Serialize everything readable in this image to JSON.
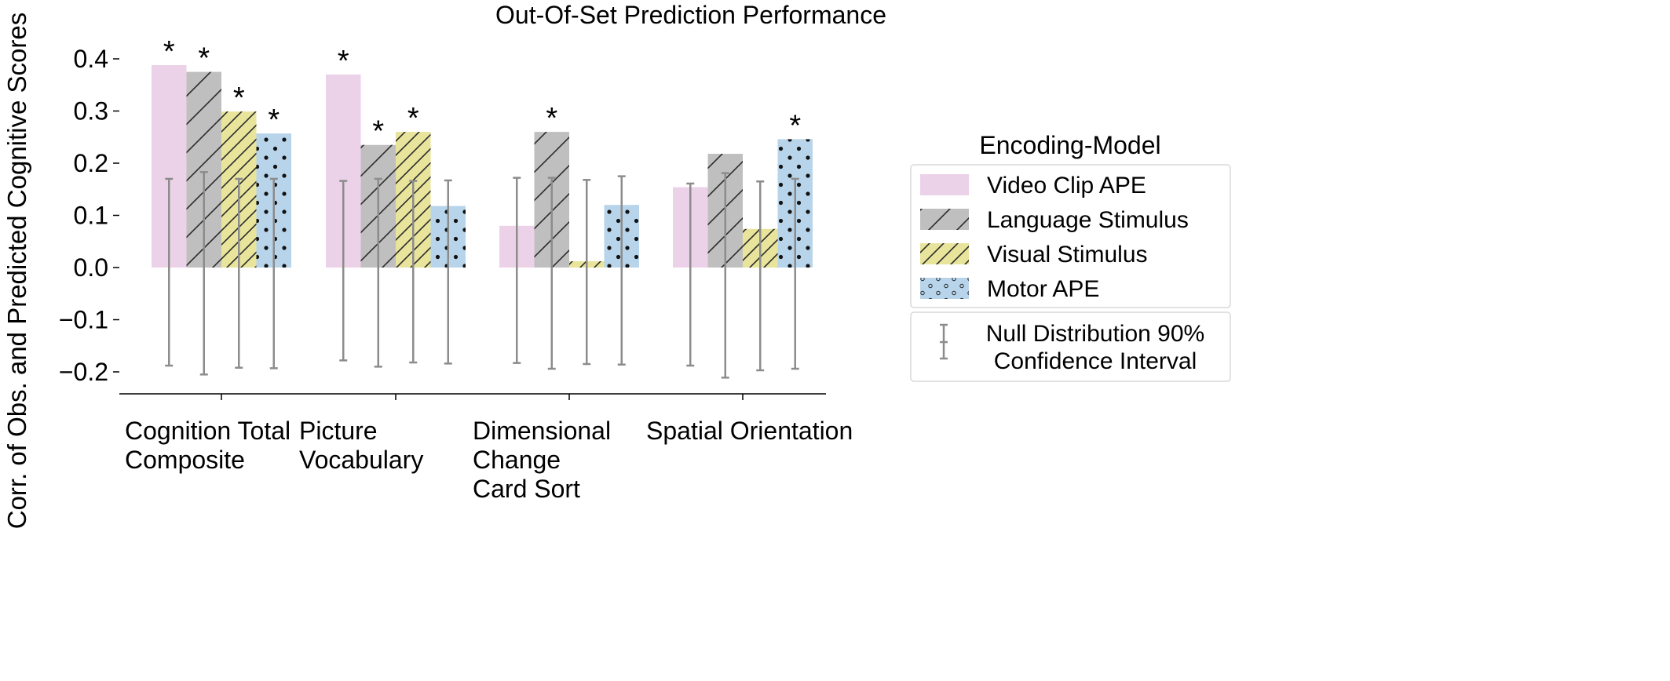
{
  "chart_data": {
    "type": "bar",
    "title": "Out-Of-Set Prediction Performance",
    "ylabel": "Corr. of Obs. and Predicted Cognitive Scores",
    "xlabel": "",
    "ylim": [
      -0.245,
      0.43
    ],
    "yticks": [
      0.4,
      0.3,
      0.2,
      0.1,
      0.0,
      -0.1,
      -0.2
    ],
    "ytick_labels": [
      "0.4",
      "0.3",
      "0.2",
      "0.1",
      "0.0",
      "−0.1",
      "−0.2"
    ],
    "categories": [
      [
        "Cognition Total",
        "Composite"
      ],
      [
        "Picture",
        "Vocabulary"
      ],
      [
        "Dimensional",
        "Change",
        "Card Sort"
      ],
      [
        "Spatial Orientation"
      ]
    ],
    "series": [
      {
        "name": "Video Clip APE",
        "color": "#ecd2e8",
        "hatch": "none",
        "values": [
          0.388,
          0.37,
          0.08,
          0.154
        ],
        "significant": [
          true,
          true,
          false,
          false
        ],
        "ci_low": [
          -0.188,
          -0.178,
          -0.183,
          -0.188
        ],
        "ci_high": [
          0.17,
          0.166,
          0.172,
          0.161
        ]
      },
      {
        "name": "Language Stimulus",
        "color": "#bfbfbf",
        "hatch": "diagonal",
        "values": [
          0.375,
          0.235,
          0.26,
          0.218
        ],
        "significant": [
          true,
          true,
          true,
          false
        ],
        "ci_low": [
          -0.205,
          -0.19,
          -0.194,
          -0.211
        ],
        "ci_high": [
          0.183,
          0.17,
          0.172,
          0.181
        ]
      },
      {
        "name": "Visual Stimulus",
        "color": "#e8e49c",
        "hatch": "diagonal-dense",
        "values": [
          0.299,
          0.26,
          0.012,
          0.074
        ],
        "significant": [
          true,
          true,
          false,
          false
        ],
        "ci_low": [
          -0.192,
          -0.182,
          -0.185,
          -0.197
        ],
        "ci_high": [
          0.17,
          0.166,
          0.168,
          0.165
        ]
      },
      {
        "name": "Motor APE",
        "color": "#b7d4ea",
        "hatch": "dots",
        "values": [
          0.257,
          0.118,
          0.12,
          0.246
        ],
        "significant": [
          true,
          false,
          false,
          true
        ],
        "ci_low": [
          -0.193,
          -0.184,
          -0.186,
          -0.194
        ],
        "ci_high": [
          0.17,
          0.167,
          0.175,
          0.17
        ]
      }
    ],
    "significance_marker": "*",
    "legend": {
      "title": "Encoding-Model",
      "errorbar_label": [
        "Null Distribution 90%",
        "Confidence Interval"
      ],
      "placement": "right"
    },
    "grid": false
  }
}
